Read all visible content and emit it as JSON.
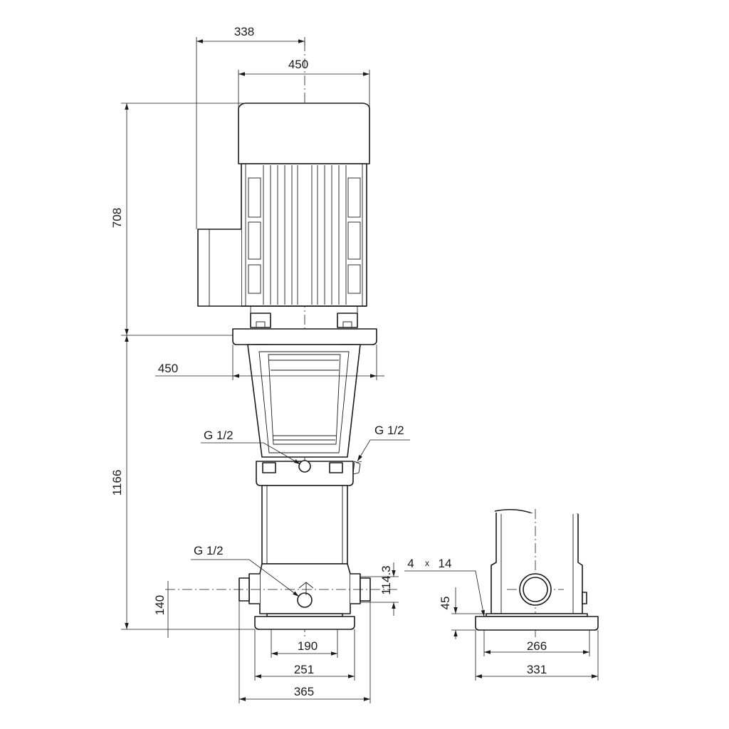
{
  "dimensions": {
    "motor_offset": "338",
    "motor_width": "450",
    "motor_height": "708",
    "flange_width": "450",
    "pump_height": "1166",
    "port_height": "140",
    "port_to_center": "114.3",
    "base_inner": "190",
    "base_mid": "251",
    "base_outer": "365",
    "side_port_height": "45",
    "side_inner": "266",
    "side_outer": "331",
    "holes_count": "4",
    "holes_times": "x",
    "holes_diameter": "14"
  },
  "labels": {
    "plug_left": "G 1/2",
    "plug_right": "G 1/2",
    "plug_bottom": "G 1/2"
  }
}
